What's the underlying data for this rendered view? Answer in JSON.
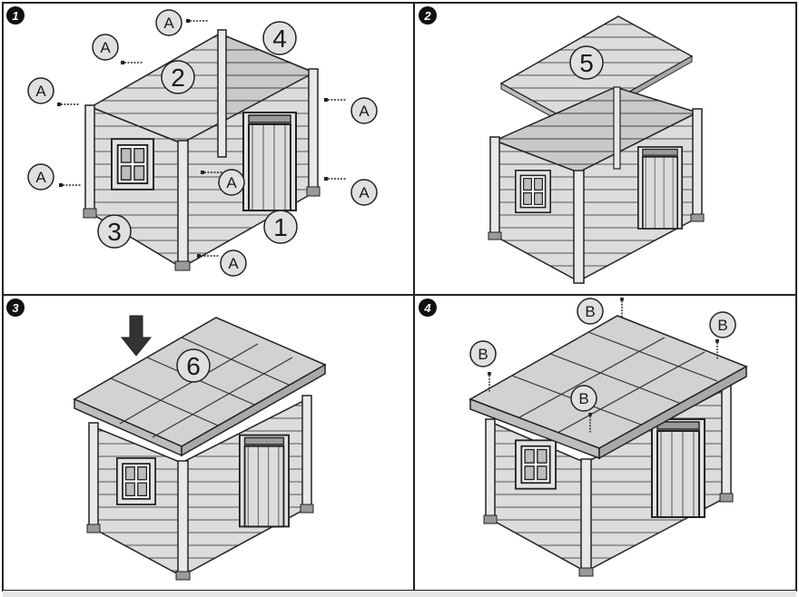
{
  "steps": [
    {
      "number": "1"
    },
    {
      "number": "2"
    },
    {
      "number": "3"
    },
    {
      "number": "4"
    }
  ],
  "parts": {
    "front_panel": "1",
    "back_panel": "2",
    "left_side_panel": "3",
    "right_side_panel": "4",
    "floor_panel": "5",
    "roof_panel": "6"
  },
  "hardware": {
    "screw_a": "A",
    "screw_b": "B"
  },
  "colors": {
    "wood": "#d9d9d9",
    "line": "#2b2b2b",
    "roof": "#cfcfcf",
    "frame_grey": "#8a8a8a"
  }
}
